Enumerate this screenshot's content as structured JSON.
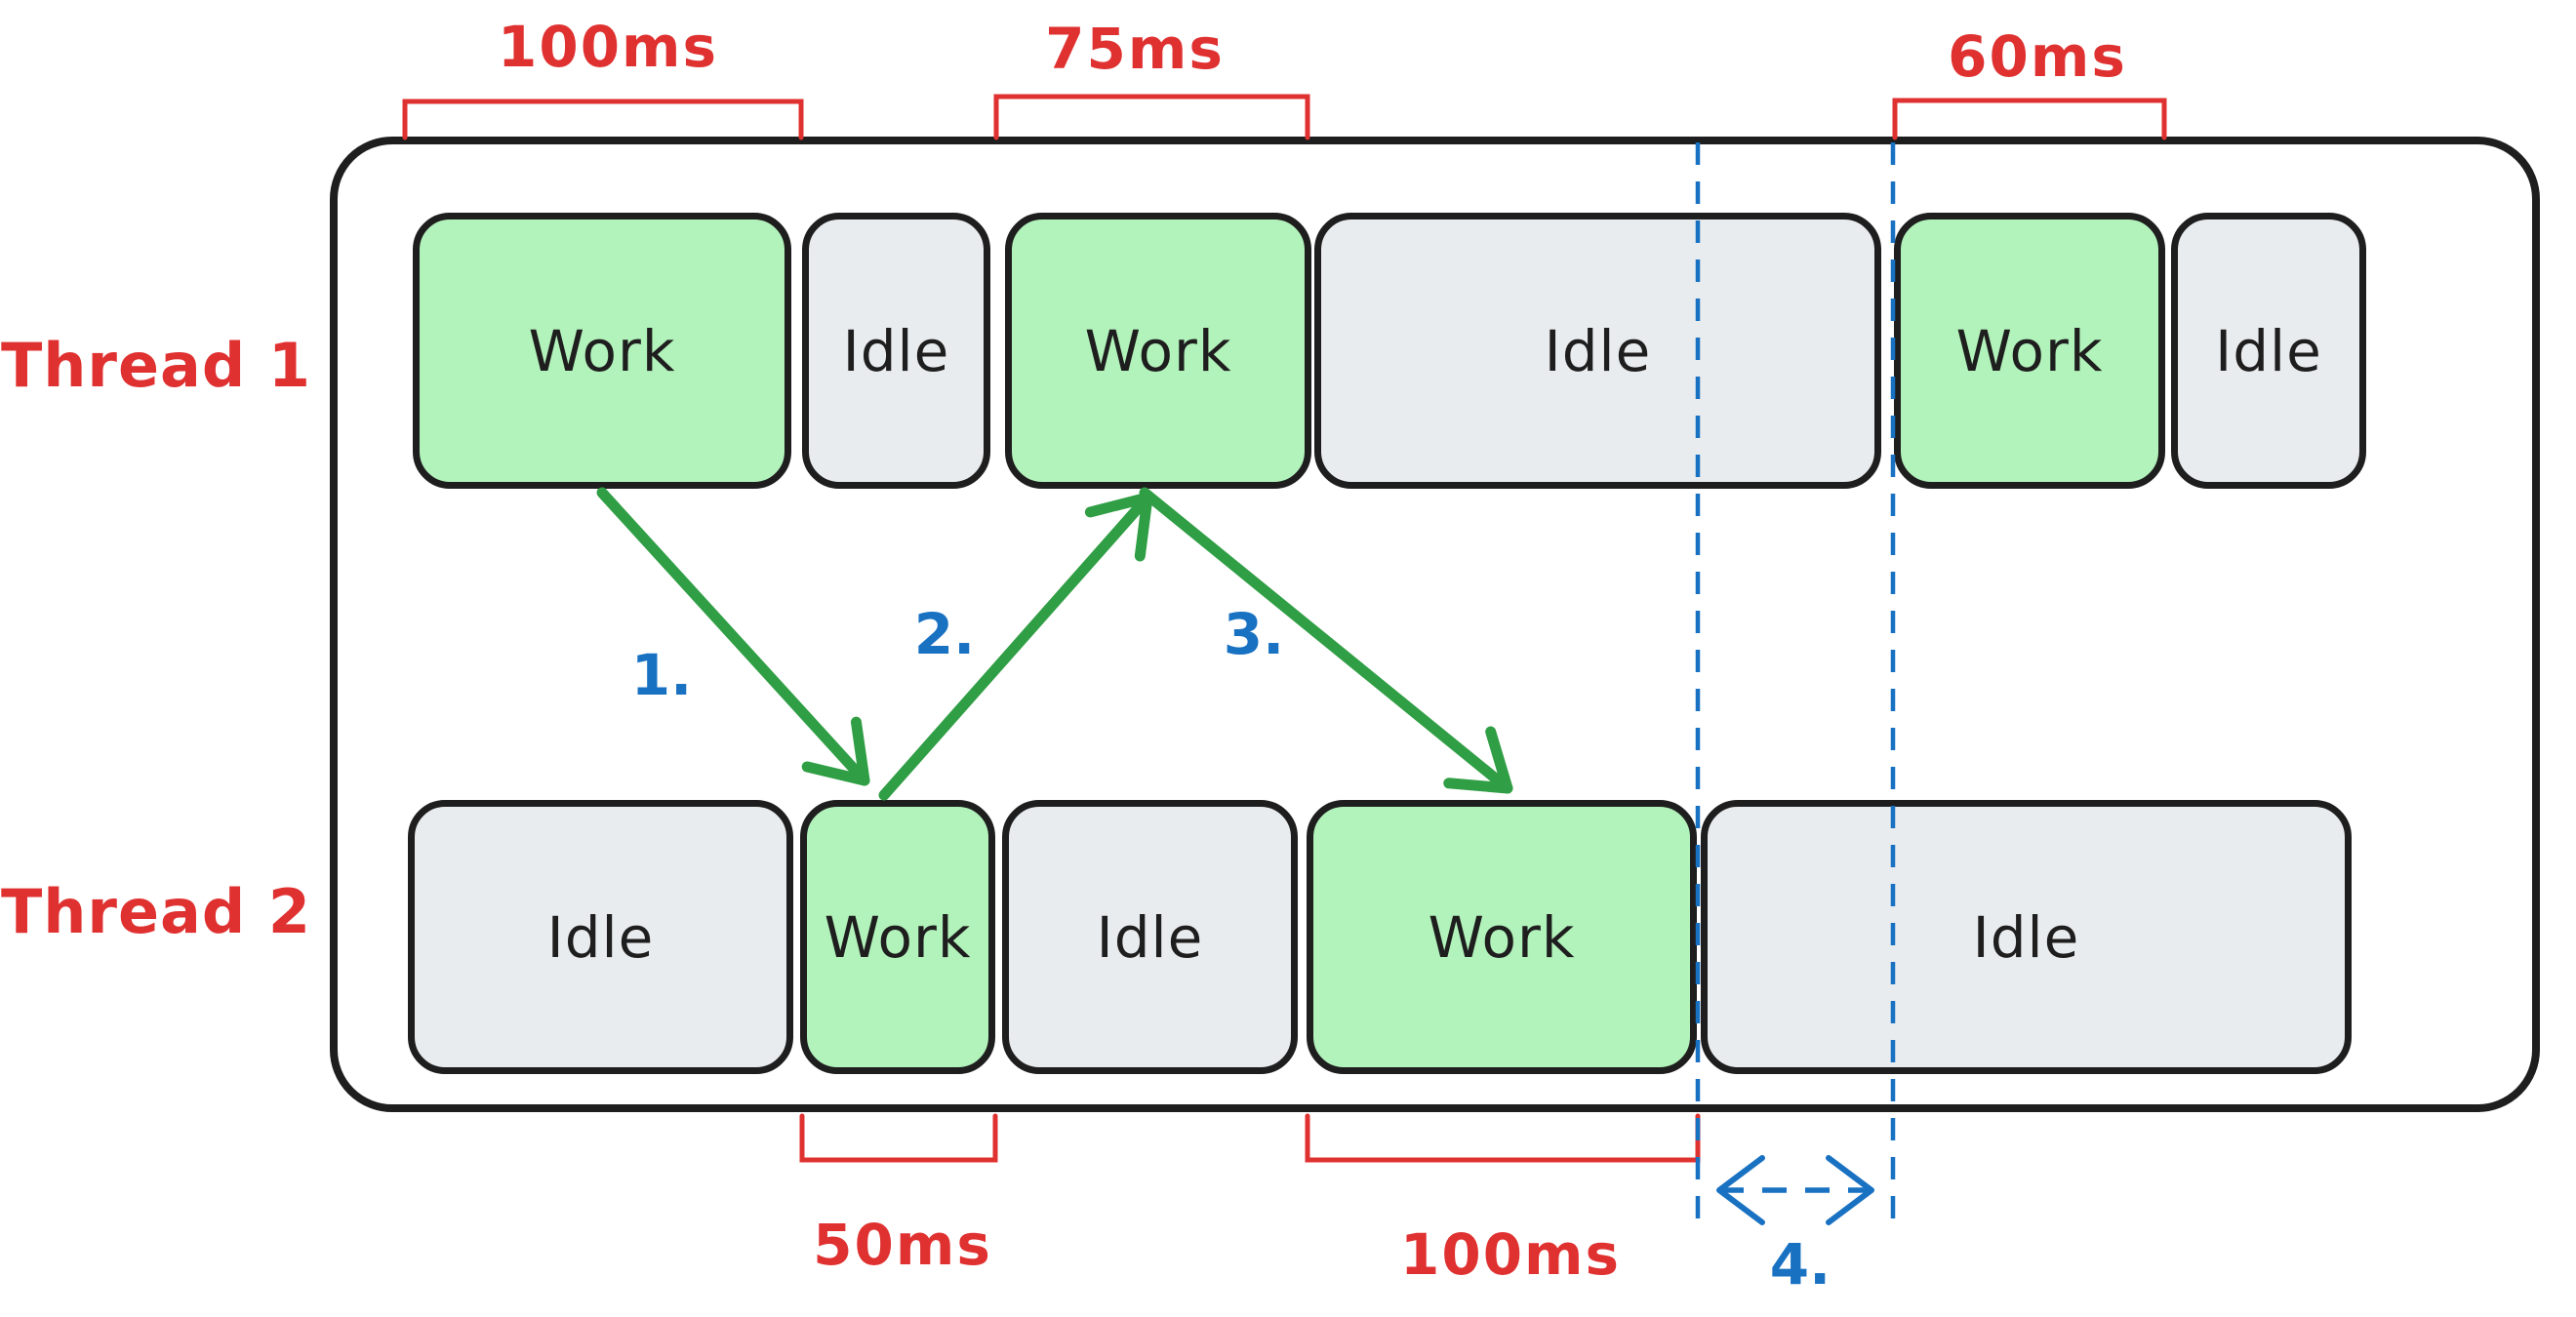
{
  "threads": [
    {
      "label": "Thread 1",
      "blocks": [
        {
          "label": "Work",
          "state": "work",
          "duration": "100ms"
        },
        {
          "label": "Idle",
          "state": "idle"
        },
        {
          "label": "Work",
          "state": "work",
          "duration": "75ms"
        },
        {
          "label": "Idle",
          "state": "idle"
        },
        {
          "label": "Work",
          "state": "work",
          "duration": "60ms"
        },
        {
          "label": "Idle",
          "state": "idle"
        }
      ]
    },
    {
      "label": "Thread 2",
      "blocks": [
        {
          "label": "Idle",
          "state": "idle"
        },
        {
          "label": "Work",
          "state": "work",
          "duration": "50ms"
        },
        {
          "label": "Idle",
          "state": "idle"
        },
        {
          "label": "Work",
          "state": "work",
          "duration": "100ms"
        },
        {
          "label": "Idle",
          "state": "idle"
        }
      ]
    }
  ],
  "annotations": {
    "top_durations": [
      {
        "label": "100ms"
      },
      {
        "label": "75ms"
      },
      {
        "label": "60ms"
      }
    ],
    "bottom_durations": [
      {
        "label": "50ms"
      },
      {
        "label": "100ms"
      }
    ],
    "steps": [
      {
        "label": "1."
      },
      {
        "label": "2."
      },
      {
        "label": "3."
      },
      {
        "label": "4."
      }
    ]
  },
  "colors": {
    "work_fill": "#b2f2bb",
    "idle_fill": "#e9ecef",
    "outline": "#1e1e1e",
    "arrow_green": "#2f9e44",
    "annotation_red": "#e03131",
    "annotation_blue": "#1971c2"
  }
}
